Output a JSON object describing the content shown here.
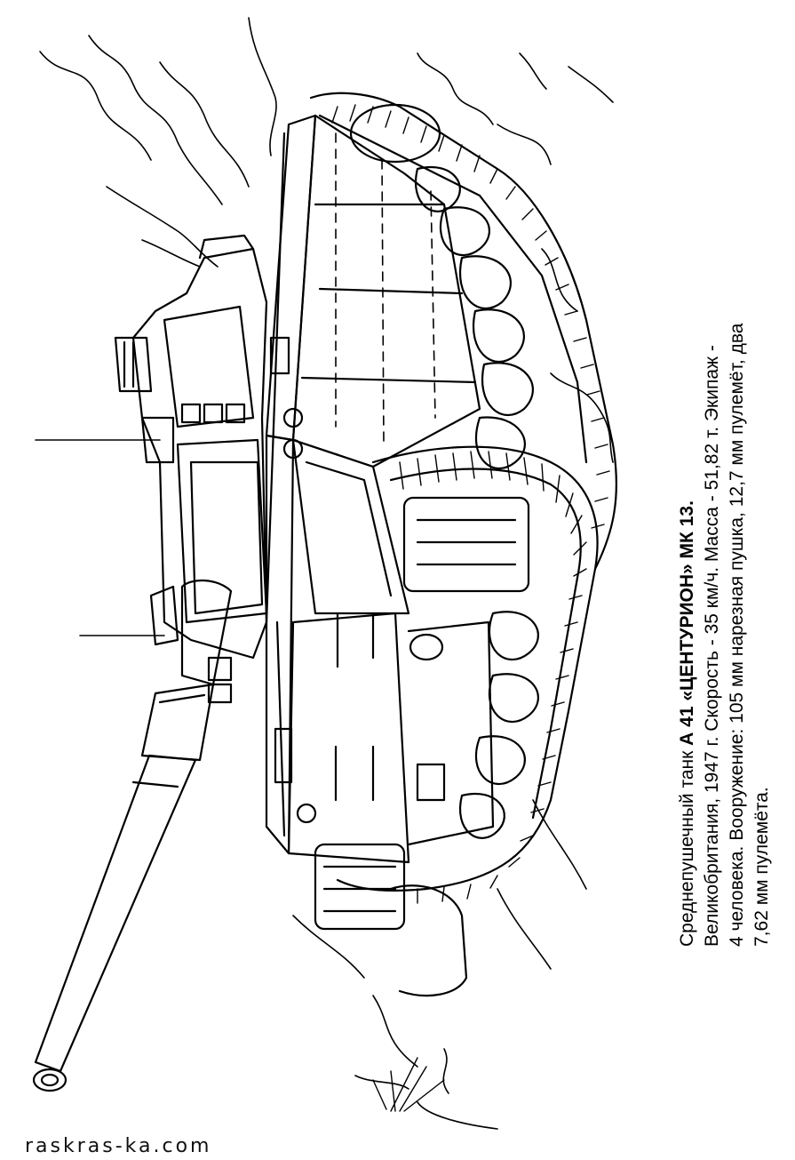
{
  "caption": {
    "line1_prefix": "Среднепушечный танк ",
    "line1_bold": "А 41 «ЦЕНТУРИОН» МК 13.",
    "line2": "Великобритания, 1947 г. Скорость - 35 км/ч. Масса - 51,82 т. Экипаж -",
    "line3": "4 человека. Вооружение: 105 мм нарезная пушка, 12,7 мм  пулемёт, два",
    "line4": "7,62 мм пулемёта."
  },
  "footer": {
    "site": "raskras-ka.com"
  }
}
